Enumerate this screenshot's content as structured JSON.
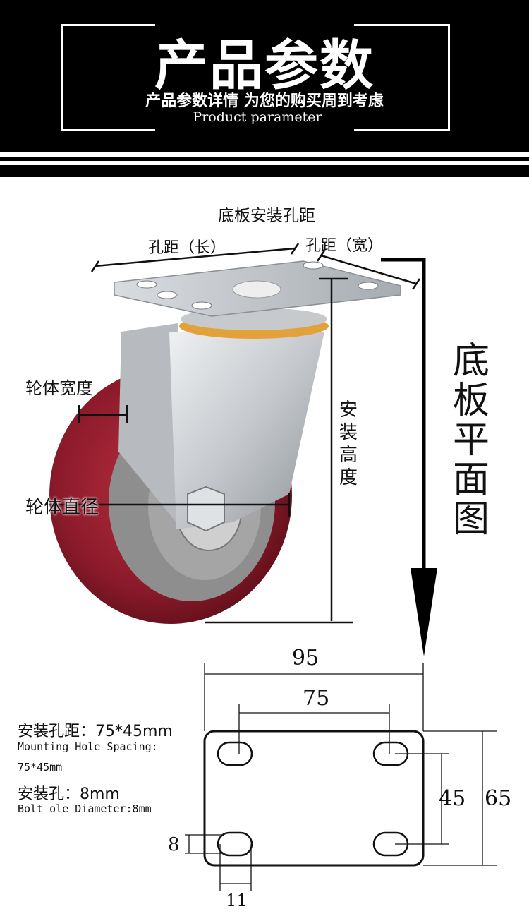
{
  "header": {
    "title": "产品参数",
    "subtitle": "产品参数详情 为您的购买周到考虑",
    "english": "Product parameter"
  },
  "caster": {
    "plate_hole_spacing": "底板安装孔距",
    "hole_spacing_length": "孔距（长）",
    "hole_spacing_width": "孔距（宽）",
    "wheel_width": "轮体宽度",
    "wheel_diameter": "轮体直径",
    "install_height": "安装高度",
    "plate_plan": "底板平面图"
  },
  "plate": {
    "width": "95",
    "hole_spacing_x": "75",
    "hole_spacing_y": "45",
    "height": "65",
    "slot_height": "8",
    "slot_width": "11"
  },
  "specs": {
    "hole_spacing_cn": "安装孔距：75*45mm",
    "hole_spacing_en_1": "Mounting Hole Spacing:",
    "hole_spacing_en_2": "75*45mm",
    "bolt_cn": "安装孔：8mm",
    "bolt_en": "Bolt ole Diameter:8mm"
  },
  "colors": {
    "wheel_red": "#8b1a2a",
    "hub_grey": "#8e8e8e",
    "metal": "#c9ccd0",
    "washer_orange": "#e3a13a"
  }
}
